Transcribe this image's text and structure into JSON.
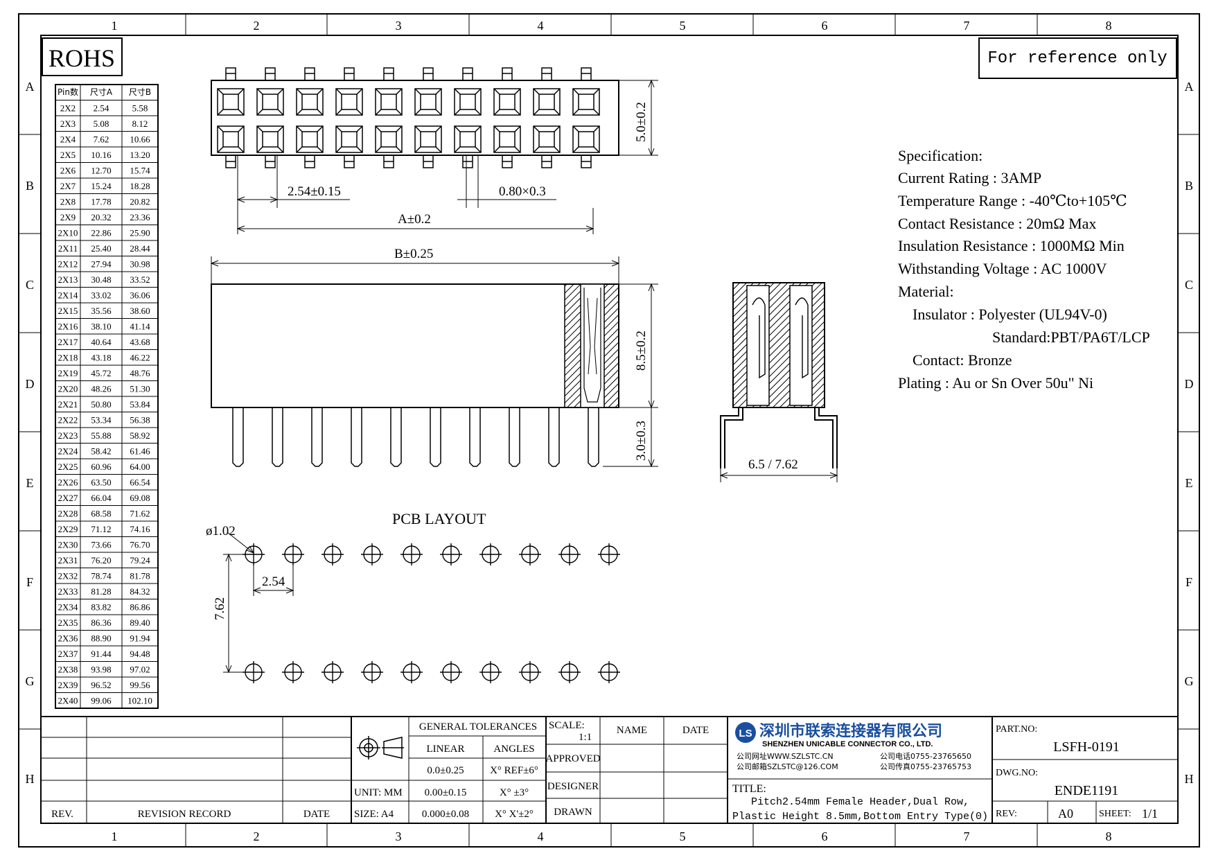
{
  "zones": {
    "columns": [
      "1",
      "2",
      "3",
      "4",
      "5",
      "6",
      "7",
      "8"
    ],
    "rows": [
      "A",
      "B",
      "C",
      "D",
      "E",
      "F",
      "G",
      "H"
    ]
  },
  "rohs_label": "ROHS",
  "reference_note": "For reference only",
  "dimension_table": {
    "headers": [
      "Pin数",
      "尺寸A",
      "尺寸B"
    ],
    "rows": [
      [
        "2X2",
        "2.54",
        "5.58"
      ],
      [
        "2X3",
        "5.08",
        "8.12"
      ],
      [
        "2X4",
        "7.62",
        "10.66"
      ],
      [
        "2X5",
        "10.16",
        "13.20"
      ],
      [
        "2X6",
        "12.70",
        "15.74"
      ],
      [
        "2X7",
        "15.24",
        "18.28"
      ],
      [
        "2X8",
        "17.78",
        "20.82"
      ],
      [
        "2X9",
        "20.32",
        "23.36"
      ],
      [
        "2X10",
        "22.86",
        "25.90"
      ],
      [
        "2X11",
        "25.40",
        "28.44"
      ],
      [
        "2X12",
        "27.94",
        "30.98"
      ],
      [
        "2X13",
        "30.48",
        "33.52"
      ],
      [
        "2X14",
        "33.02",
        "36.06"
      ],
      [
        "2X15",
        "35.56",
        "38.60"
      ],
      [
        "2X16",
        "38.10",
        "41.14"
      ],
      [
        "2X17",
        "40.64",
        "43.68"
      ],
      [
        "2X18",
        "43.18",
        "46.22"
      ],
      [
        "2X19",
        "45.72",
        "48.76"
      ],
      [
        "2X20",
        "48.26",
        "51.30"
      ],
      [
        "2X21",
        "50.80",
        "53.84"
      ],
      [
        "2X22",
        "53.34",
        "56.38"
      ],
      [
        "2X23",
        "55.88",
        "58.92"
      ],
      [
        "2X24",
        "58.42",
        "61.46"
      ],
      [
        "2X25",
        "60.96",
        "64.00"
      ],
      [
        "2X26",
        "63.50",
        "66.54"
      ],
      [
        "2X27",
        "66.04",
        "69.08"
      ],
      [
        "2X28",
        "68.58",
        "71.62"
      ],
      [
        "2X29",
        "71.12",
        "74.16"
      ],
      [
        "2X30",
        "73.66",
        "76.70"
      ],
      [
        "2X31",
        "76.20",
        "79.24"
      ],
      [
        "2X32",
        "78.74",
        "81.78"
      ],
      [
        "2X33",
        "81.28",
        "84.32"
      ],
      [
        "2X34",
        "83.82",
        "86.86"
      ],
      [
        "2X35",
        "86.36",
        "89.40"
      ],
      [
        "2X36",
        "88.90",
        "91.94"
      ],
      [
        "2X37",
        "91.44",
        "94.48"
      ],
      [
        "2X38",
        "93.98",
        "97.02"
      ],
      [
        "2X39",
        "96.52",
        "99.56"
      ],
      [
        "2X40",
        "99.06",
        "102.10"
      ]
    ]
  },
  "dimensions": {
    "top_height": "5.0±0.2",
    "pitch": "2.54±0.15",
    "pin_section": "0.80×0.3",
    "a_length": "A±0.2",
    "b_length": "B±0.25",
    "body_height": "8.5±0.2",
    "tail_length": "3.0±0.3",
    "row_spacing": "6.5 / 7.62"
  },
  "pcb_layout": {
    "title": "PCB LAYOUT",
    "hole_diameter": "ø1.02",
    "hole_pitch": "2.54",
    "row_spacing": "7.62"
  },
  "specification": {
    "lines": [
      "Specification:",
      "Current Rating : 3AMP",
      "Temperature Range : -40℃to+105℃",
      "Contact Resistance : 20mΩ Max",
      "Insulation Resistance : 1000MΩ Min",
      "Withstanding Voltage : AC 1000V",
      "Material:",
      "Insulator : Polyester (UL94V-0)",
      "Standard:PBT/PA6T/LCP",
      "Contact: Bronze",
      "Plating : Au or Sn Over 50u\" Ni"
    ]
  },
  "revision_block": {
    "rev_header": "REV.",
    "record_header": "REVISION RECORD",
    "date_header": "DATE"
  },
  "unit_block": {
    "unit": "UNIT: MM",
    "size": "SIZE: A4"
  },
  "tolerances": {
    "title": "GENERAL TOLERANCES",
    "linear_header": "LINEAR",
    "angles_header": "ANGLES",
    "linear": [
      "0.0±0.25",
      "0.00±0.15",
      "0.000±0.08"
    ],
    "angles": [
      "X° REF±6°",
      "X° ±3°",
      "X° X'±2°"
    ]
  },
  "approvals": {
    "scale_label": "SCALE:",
    "scale_value": "1:1",
    "name_header": "NAME",
    "date_header": "DATE",
    "approved": "APPROVED",
    "designer": "DESIGNER",
    "drawn": "DRAWN"
  },
  "company": {
    "logo": "LS",
    "name_cn": "深圳市联索连接器有限公司",
    "name_en": "SHENZHEN UNICABLE CONNECTOR CO., LTD.",
    "web": "公司网址WWW.SZLSTC.CN",
    "email": "公司邮箱SZLSTC@126.COM",
    "phone": "公司电话0755-23765650",
    "fax": "公司传真0755-23765753",
    "brand_color": "#1a4fa0"
  },
  "title_block": {
    "title_label": "TITLE:",
    "title_line1": "Pitch2.54mm Female Header,Dual Row,",
    "title_line2": "Plastic Height 8.5mm,Bottom Entry Type(0)",
    "part_no_label": "PART.NO:",
    "part_no": "LSFH-0191",
    "dwg_no_label": "DWG.NO:",
    "dwg_no": "ENDE1191",
    "rev_label": "REV:",
    "rev": "A0",
    "sheet_label": "SHEET:",
    "sheet": "1/1"
  }
}
